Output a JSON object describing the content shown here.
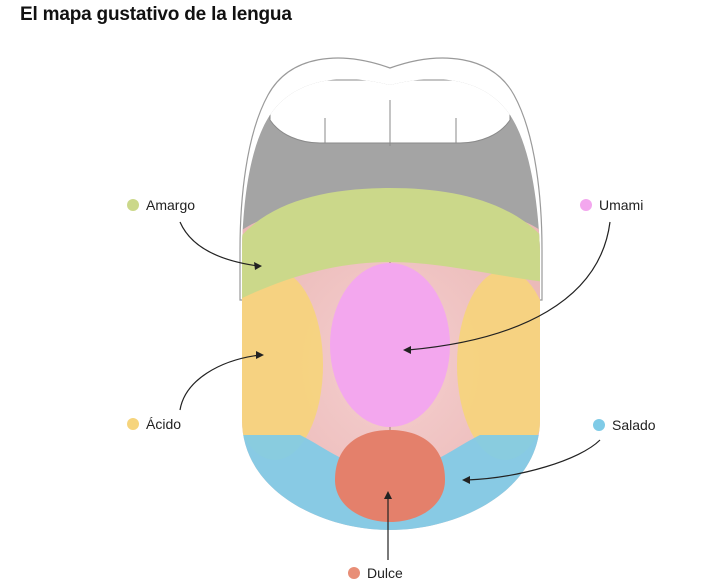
{
  "title": "El mapa gustativo de la lengua",
  "tastes": [
    {
      "id": "amargo",
      "label": "Amargo",
      "color": "#cbd88a"
    },
    {
      "id": "umami",
      "label": "Umami",
      "color": "#f3a7ee"
    },
    {
      "id": "acido",
      "label": "Ácido",
      "color": "#f6d47c"
    },
    {
      "id": "salado",
      "label": "Salado",
      "color": "#7fcbe7"
    },
    {
      "id": "dulce",
      "label": "Dulce",
      "color": "#e88e77"
    }
  ]
}
